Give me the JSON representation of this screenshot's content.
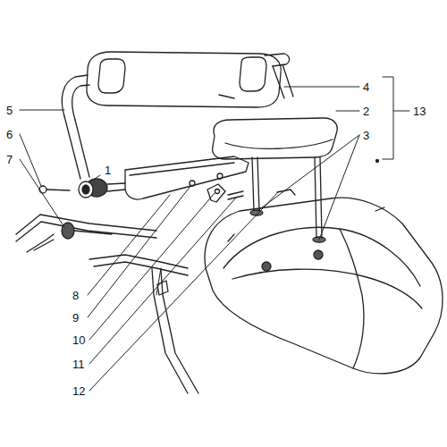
{
  "diagram": {
    "labels": [
      "4",
      "5",
      "2",
      "13",
      "6",
      "3",
      "7",
      "1",
      "8",
      "9",
      "10",
      "11",
      "12"
    ]
  }
}
